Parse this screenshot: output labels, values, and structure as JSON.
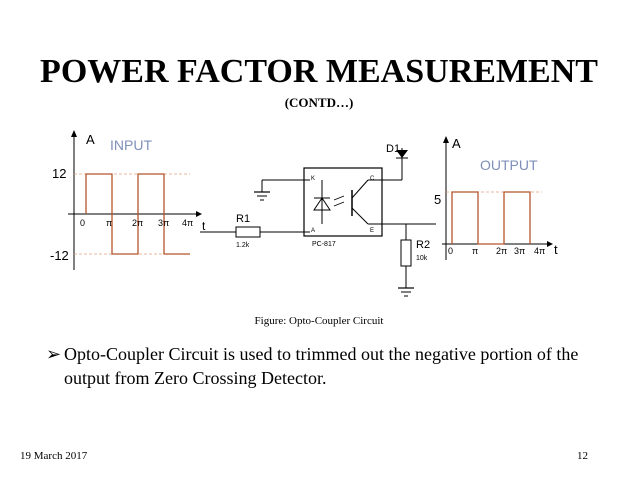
{
  "title": "POWER FACTOR MEASUREMENT",
  "subtitle": "(CONTD…)",
  "diagram": {
    "input_axis_label": "A",
    "input_title": "INPUT",
    "input_y_high": "12",
    "input_y_low": "-12",
    "input_x_ticks": [
      "0",
      "π",
      "2π",
      "3π",
      "4π"
    ],
    "input_t": "t",
    "r1_label": "R1",
    "r1_value": "1.2k",
    "d1_label": "D1",
    "opto_label": "PC-817",
    "pin_k": "K",
    "pin_a": "A",
    "pin_c": "C",
    "pin_e": "E",
    "r2_label": "R2",
    "r2_value": "10k",
    "output_axis_label": "A",
    "output_title": "OUTPUT",
    "output_y_high": "5",
    "output_x_ticks": [
      "0",
      "π",
      "2π",
      "3π",
      "4π"
    ],
    "output_t": "t",
    "colors": {
      "waveform": "#b5552b",
      "title_text": "#7f8fb8",
      "dashed": "#e0a080"
    }
  },
  "caption": "Figure: Opto-Coupler Circuit",
  "bullet_mark": "➢",
  "bullet_text": "Opto-Coupler Circuit is used to trimmed out the negative portion of the output from Zero Crossing Detector.",
  "footer": {
    "date": "19 March 2017",
    "page": "12"
  }
}
